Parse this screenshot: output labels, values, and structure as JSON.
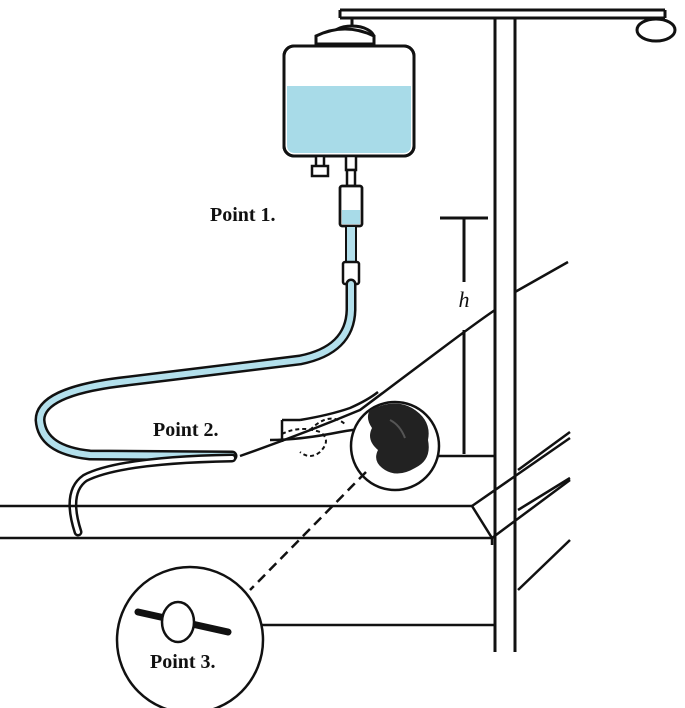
{
  "labels": {
    "point1": "Point 1.",
    "point2": "Point 2.",
    "point3": "Point 3.",
    "height": "h"
  },
  "colors": {
    "fluid": "#a8dbe8",
    "tube_fluid": "#b3e0ec",
    "ink": "#111111",
    "tissue": "#222222"
  }
}
